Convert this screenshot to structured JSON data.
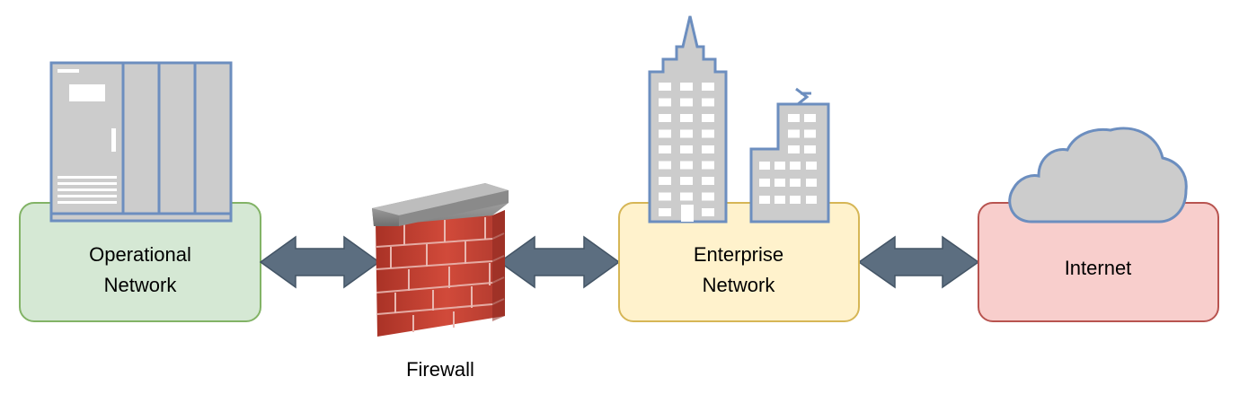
{
  "nodes": {
    "operational": {
      "line1": "Operational",
      "line2": "Network",
      "fill": "#d5e8d4",
      "stroke": "#82b366"
    },
    "enterprise": {
      "line1": "Enterprise",
      "line2": "Network",
      "fill": "#fff2cc",
      "stroke": "#d6b656"
    },
    "internet": {
      "label": "Internet",
      "fill": "#f8cecc",
      "stroke": "#b85450"
    }
  },
  "firewall": {
    "label": "Firewall"
  },
  "icons": {
    "server": "server-rack-icon",
    "firewall": "brick-firewall-icon",
    "buildings": "office-buildings-icon",
    "cloud": "cloud-icon"
  },
  "colors": {
    "arrow": "#5c6e80",
    "icon_stroke": "#6c8ebf",
    "icon_fill": "#cccccc",
    "brick": "#c0392b"
  },
  "connections": [
    {
      "from": "Operational Network",
      "to": "Firewall",
      "type": "bidirectional"
    },
    {
      "from": "Firewall",
      "to": "Enterprise Network",
      "type": "bidirectional"
    },
    {
      "from": "Enterprise Network",
      "to": "Internet",
      "type": "bidirectional"
    }
  ]
}
